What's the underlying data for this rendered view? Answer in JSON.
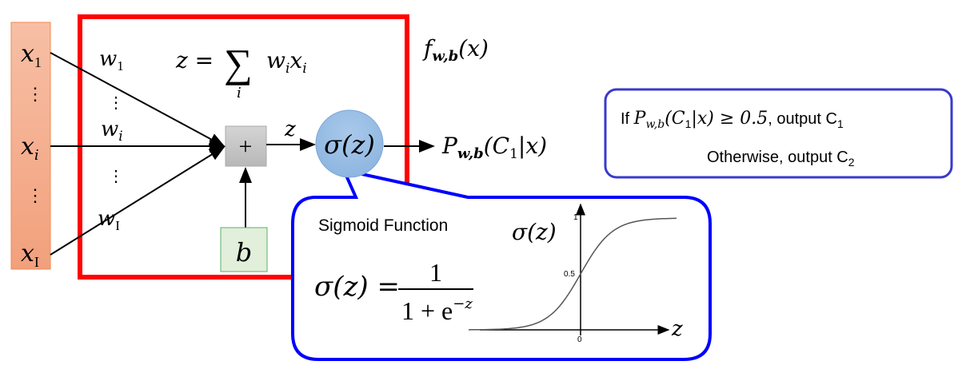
{
  "inputs": {
    "x1": "x",
    "x1_sub": "1",
    "xi": "x",
    "xi_sub": "i",
    "xI": "x",
    "xI_sub": "I",
    "dots": "⋮"
  },
  "weights": {
    "w1": "w",
    "w1_sub": "1",
    "wi": "w",
    "wi_sub": "i",
    "wI": "w",
    "wI_sub": "I",
    "dots": "⋮"
  },
  "sum_formula": {
    "lhs": "z = ",
    "sigma": "∑",
    "index": "i",
    "term": "w",
    "term_sub": "i",
    "term2": "x",
    "term2_sub": "i"
  },
  "plus_node": "+",
  "bias": "b",
  "z_label": "z",
  "sigma_node": "σ(z)",
  "f_label": {
    "f": "f",
    "sub": "w,b",
    "arg": "(x)"
  },
  "output_label": {
    "p": "P",
    "sub": "w,b",
    "arg": "(C",
    "arg_sub": "1",
    "arg_end": "|x)"
  },
  "decision": {
    "line1_pre": "If ",
    "line1_p": "P",
    "line1_sub": "w,b",
    "line1_arg": "(C",
    "line1_arg_sub": "1",
    "line1_arg_end": "|x) ≥ 0.5",
    "line1_post": ", output C",
    "line1_post_sub": "1",
    "line2": "Otherwise, output C",
    "line2_sub": "2"
  },
  "callout": {
    "title": "Sigmoid Function",
    "formula_lhs": "σ(z) =",
    "numerator": "1",
    "denominator": "1 + e",
    "exponent": "−z"
  },
  "chart_data": {
    "type": "line",
    "title": "",
    "ylabel": "σ(z)",
    "xlabel": "z",
    "x_ticks": [
      "0"
    ],
    "y_ticks": [
      "0.5",
      "1"
    ],
    "function": "sigmoid",
    "xlim": [
      -6,
      6
    ],
    "ylim": [
      0,
      1
    ]
  },
  "colors": {
    "input_fill": "#f5b093",
    "input_stroke": "#f08a50",
    "neuron_box": "#ff0000",
    "callout": "#0000ff",
    "decision_box": "#3a3acc",
    "sigma_fill": "#9dc3e6",
    "bias_fill": "#e2efda",
    "bias_stroke": "#55b06a"
  }
}
